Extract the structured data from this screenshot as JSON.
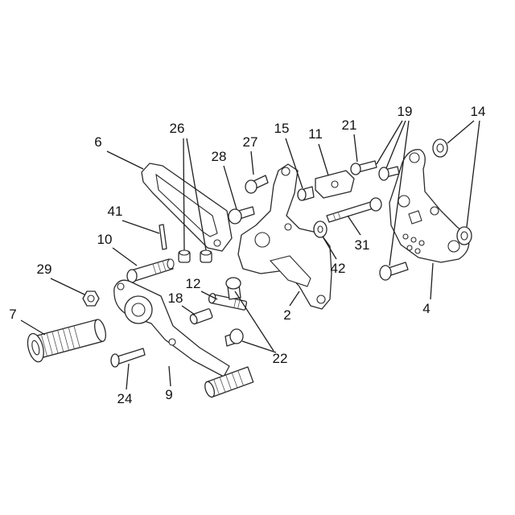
{
  "colors": {
    "line": "#2a2a2a",
    "background": "#ffffff"
  },
  "callouts": [
    "6",
    "26",
    "27",
    "15",
    "11",
    "21",
    "19",
    "14",
    "28",
    "41",
    "10",
    "29",
    "12",
    "18",
    "7",
    "2",
    "42",
    "31",
    "22",
    "4",
    "24",
    "9"
  ]
}
